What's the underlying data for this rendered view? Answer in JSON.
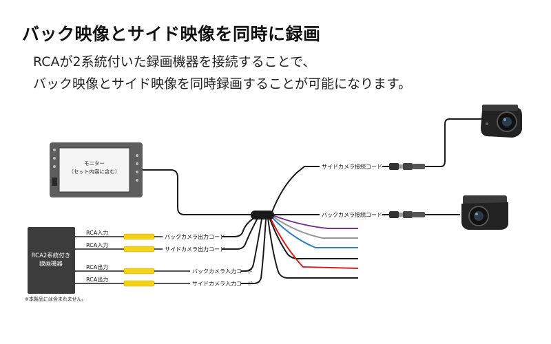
{
  "header": {
    "title": "バック映像とサイド映像を同時に録画",
    "subtitle_lines": [
      "RCAが2系統付いた録画機器を接続することで、",
      "バック映像とサイド映像を同時録画することが可能になります。"
    ]
  },
  "monitor": {
    "label_line1": "モニター",
    "label_line2": "（セット内容に含む）"
  },
  "recorder": {
    "label_line1": "RCA2系統付き",
    "label_line2": "録画機器",
    "note": "※本製品には含まれません。"
  },
  "cords": {
    "side_camera_connect": "サイドカメラ接続コード",
    "back_camera_connect": "バックカメラ接続コード"
  },
  "rca_rows": [
    {
      "port": "RCA入力",
      "cord": "バックカメラ出力コード"
    },
    {
      "port": "RCA入力",
      "cord": "サイドカメラ出力コード"
    },
    {
      "port": "RCA出力",
      "cord": "バックカメラ入力コード"
    },
    {
      "port": "RCA出力",
      "cord": "サイドカメラ入力コード"
    }
  ],
  "colors": {
    "wire": "#1a1a1a",
    "rca_plug": "#f2d21a",
    "purple_wire": "#7b2d91",
    "gray_wire": "#9a9a9a",
    "blue_wire": "#2f7fc1",
    "red_wire": "#d42020"
  }
}
